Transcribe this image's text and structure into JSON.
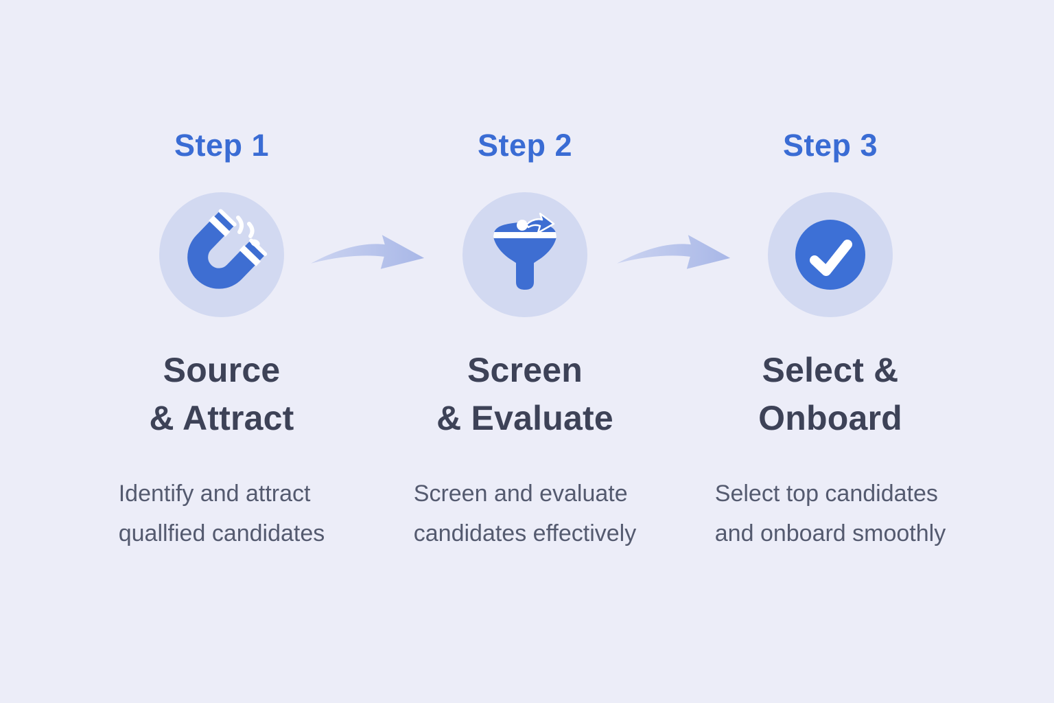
{
  "colors": {
    "background": "#ECEDF8",
    "accent_blue": "#3A6CD4",
    "icon_blue": "#3E6ED2",
    "icon_circle_bg": "#D2D9F1",
    "title_text": "#3D4257",
    "description_text": "#545A6F",
    "arrow_light": "#B7C2E8"
  },
  "steps": [
    {
      "label": "Step 1",
      "icon": "magnet-icon",
      "title_lines": [
        "Source",
        "& Attract"
      ],
      "desc_lines": [
        "Identify and attract",
        "quallfied candidates"
      ]
    },
    {
      "label": "Step 2",
      "icon": "funnel-icon",
      "title_lines": [
        "Screen",
        "& Evaluate"
      ],
      "desc_lines": [
        "Screen and evaluate",
        "candidates effectively"
      ]
    },
    {
      "label": "Step 3",
      "icon": "check-icon",
      "title_lines": [
        "Select &",
        "Onboard"
      ],
      "desc_lines": [
        "Select top candidates",
        "and onboard smoothly"
      ]
    }
  ]
}
